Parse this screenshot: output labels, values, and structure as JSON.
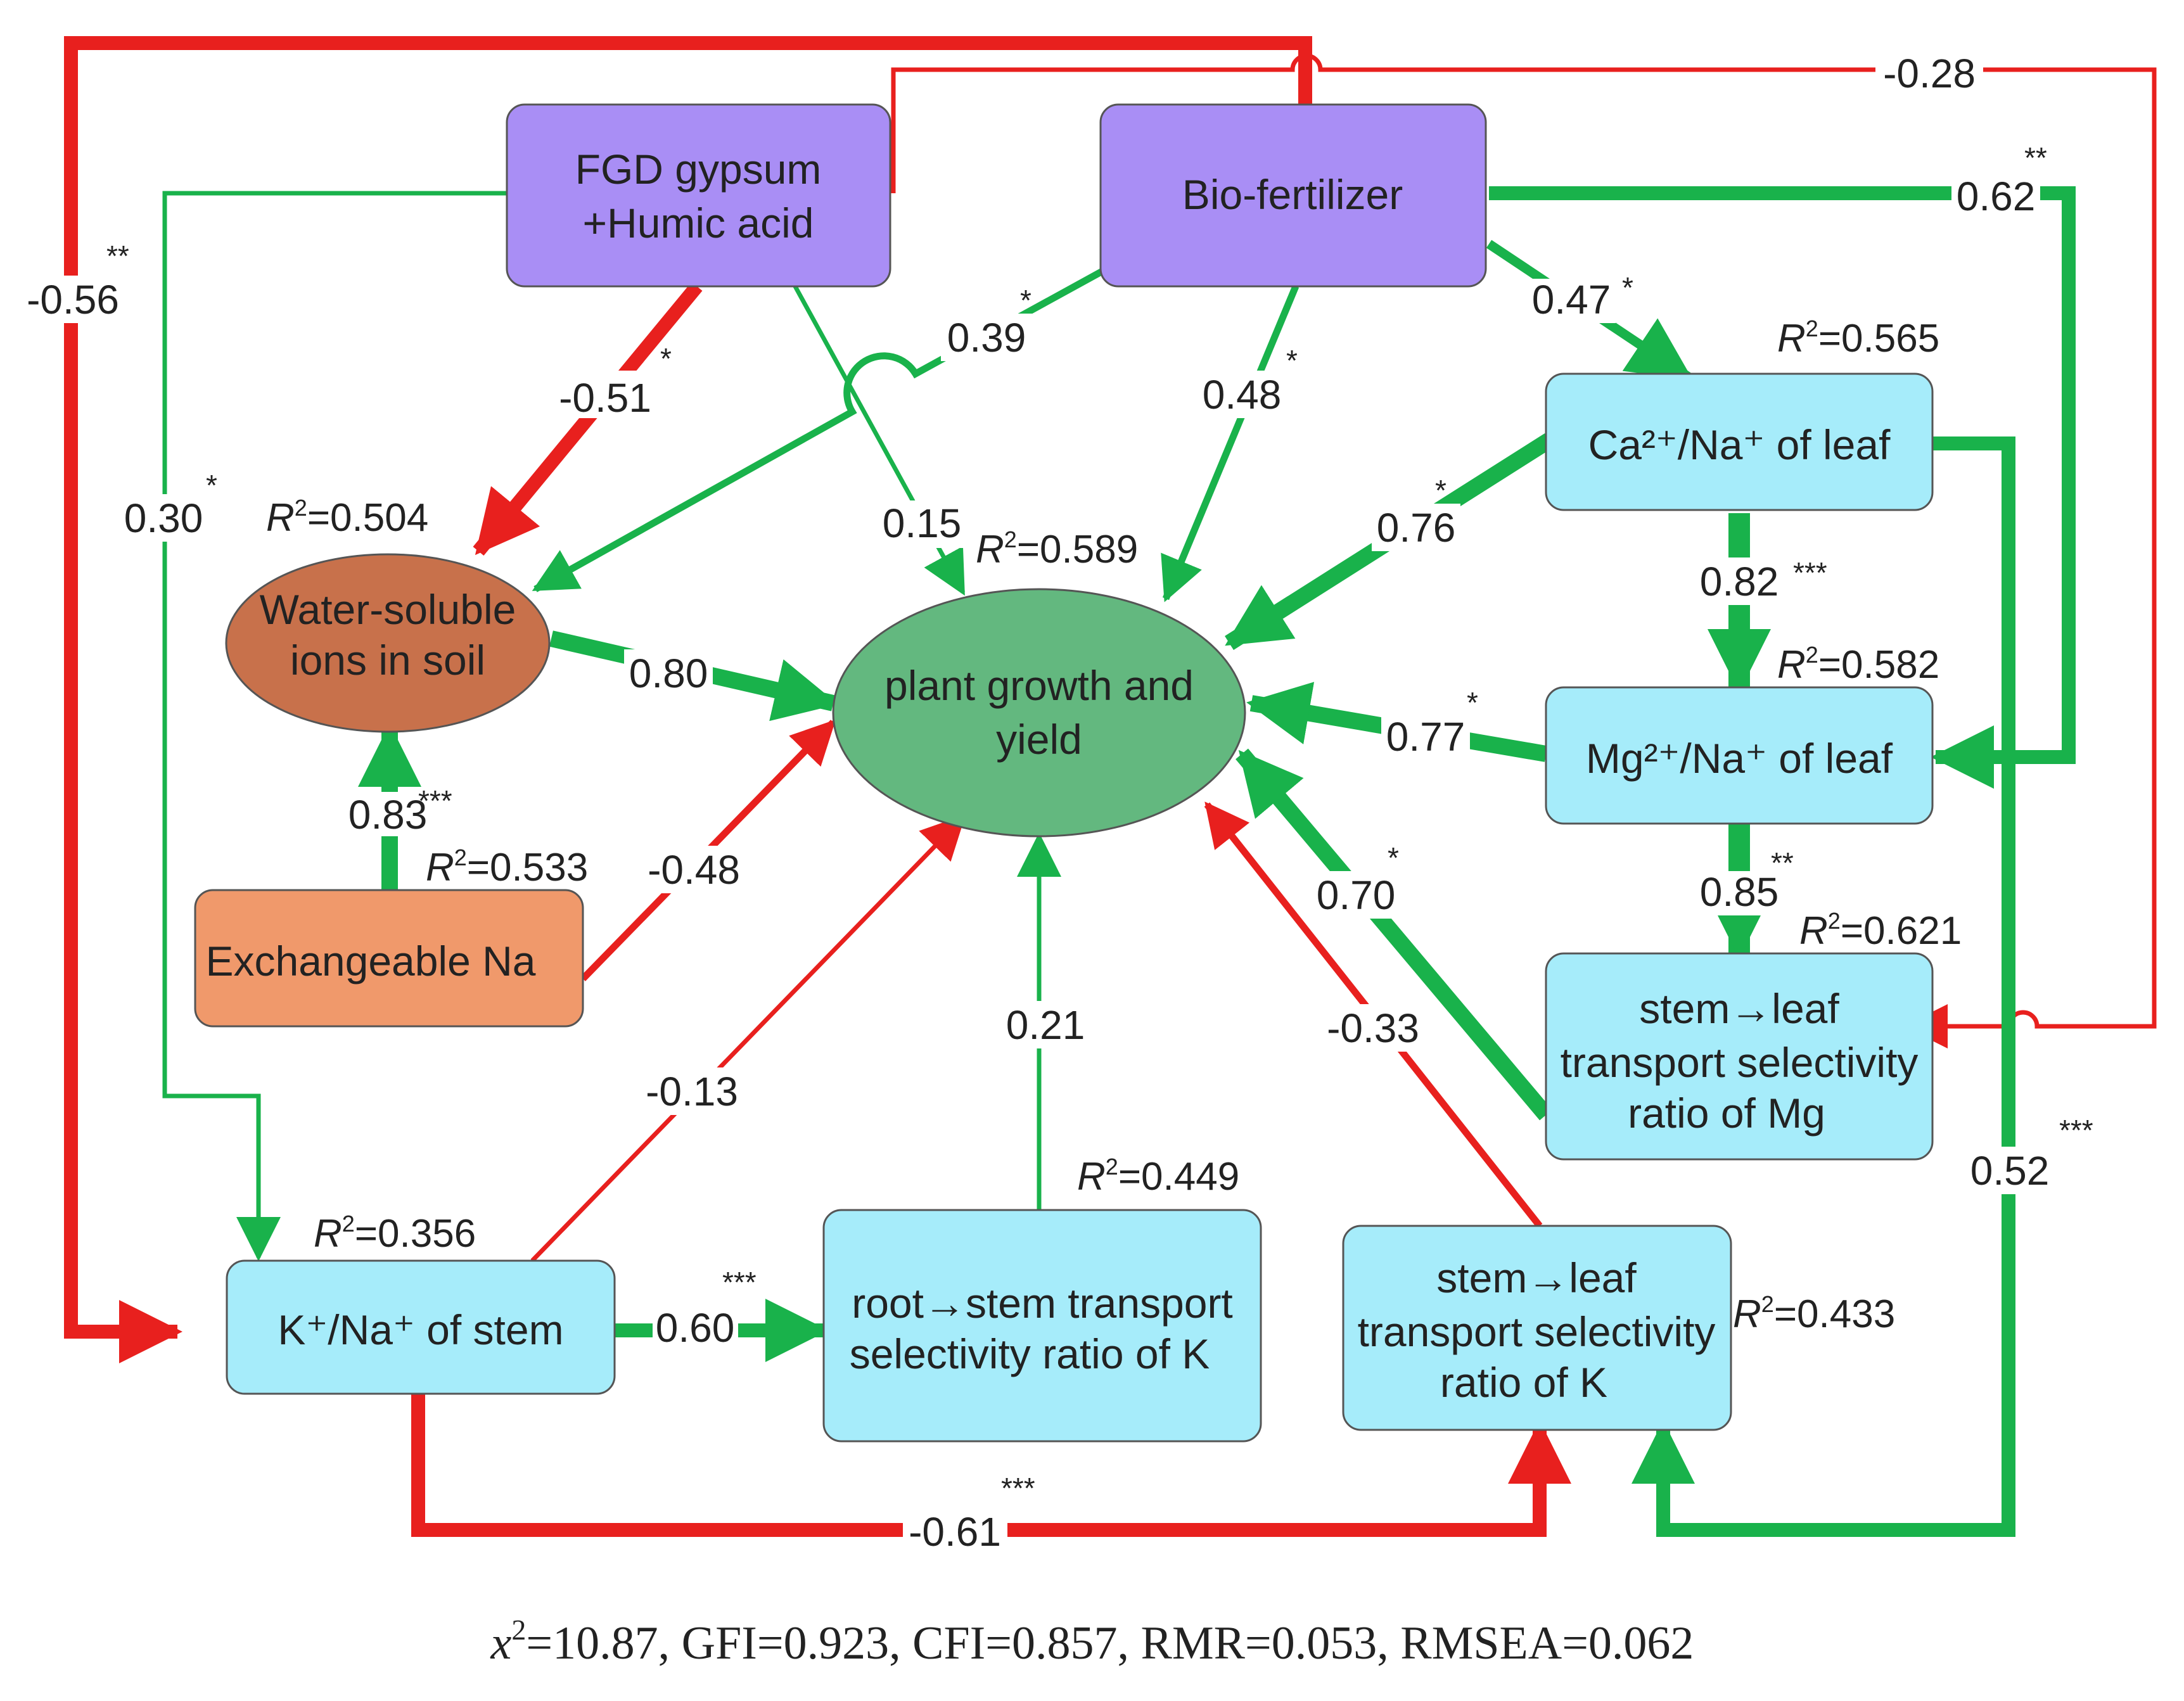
{
  "nodes": {
    "fgd": {
      "line1": "FGD gypsum",
      "line2": "+Humic acid"
    },
    "bio": {
      "label": "Bio-fertilizer"
    },
    "water": {
      "line1": "Water-soluble",
      "line2": "ions in soil",
      "r2": "=0.504"
    },
    "exna": {
      "label": "Exchangeable Na",
      "r2": "=0.533"
    },
    "plant": {
      "line1": "plant growth and",
      "line2": "yield",
      "r2": "=0.589"
    },
    "ca": {
      "label": "Ca²⁺/Na⁺ of leaf",
      "r2": "=0.565"
    },
    "mg": {
      "label": "Mg²⁺/Na⁺ of leaf",
      "r2": "=0.582"
    },
    "mgsel": {
      "line1": "stem→leaf",
      "line2": "transport selectivity",
      "line3": "ratio of Mg",
      "r2": "=0.621"
    },
    "kstem": {
      "label": "K⁺/Na⁺ of stem",
      "r2": "=0.356"
    },
    "rootk": {
      "line1": "root→stem transport",
      "line2": "selectivity ratio of K",
      "r2": "=0.449"
    },
    "ksel": {
      "line1": "stem→leaf",
      "line2": "transport selectivity",
      "line3": "ratio of K",
      "r2": "=0.433"
    }
  },
  "paths": [
    {
      "from": "FGD gypsum +Humic acid",
      "to": "Water-soluble ions in soil",
      "coef": "-0.51",
      "sig": "*",
      "sign": "negative"
    },
    {
      "from": "FGD gypsum +Humic acid",
      "to": "plant growth and yield",
      "coef": "0.15",
      "sig": "",
      "sign": "positive"
    },
    {
      "from": "FGD gypsum +Humic acid",
      "to": "K+/Na+ of stem",
      "coef": "0.30",
      "sig": "*",
      "sign": "positive"
    },
    {
      "from": "FGD gypsum +Humic acid",
      "to": "stem→leaf transport selectivity ratio of Mg",
      "coef": "-0.28",
      "sig": "",
      "sign": "negative"
    },
    {
      "from": "Bio-fertilizer",
      "to": "K+/Na+ of stem",
      "coef": "-0.56",
      "sig": "**",
      "sign": "negative"
    },
    {
      "from": "Bio-fertilizer",
      "to": "Water-soluble ions in soil",
      "coef": "0.39",
      "sig": "*",
      "sign": "positive"
    },
    {
      "from": "Bio-fertilizer",
      "to": "plant growth and yield",
      "coef": "0.48",
      "sig": "*",
      "sign": "positive"
    },
    {
      "from": "Bio-fertilizer",
      "to": "Ca2+/Na+ of leaf",
      "coef": "0.47",
      "sig": "*",
      "sign": "positive"
    },
    {
      "from": "Bio-fertilizer",
      "to": "Mg2+/Na+ of leaf",
      "coef": "0.62",
      "sig": "**",
      "sign": "positive"
    },
    {
      "from": "Water-soluble ions in soil",
      "to": "plant growth and yield",
      "coef": "0.80",
      "sig": "",
      "sign": "positive"
    },
    {
      "from": "Exchangeable Na",
      "to": "Water-soluble ions in soil",
      "coef": "0.83",
      "sig": "***",
      "sign": "positive"
    },
    {
      "from": "Exchangeable Na",
      "to": "plant growth and yield",
      "coef": "-0.48",
      "sig": "",
      "sign": "negative"
    },
    {
      "from": "Ca2+/Na+ of leaf",
      "to": "plant growth and yield",
      "coef": "0.76",
      "sig": "*",
      "sign": "positive"
    },
    {
      "from": "Ca2+/Na+ of leaf",
      "to": "Mg2+/Na+ of leaf",
      "coef": "0.82",
      "sig": "***",
      "sign": "positive"
    },
    {
      "from": "Ca2+/Na+ of leaf",
      "to": "stem→leaf transport selectivity ratio of K",
      "coef": "0.52",
      "sig": "***",
      "sign": "positive"
    },
    {
      "from": "Mg2+/Na+ of leaf",
      "to": "plant growth and yield",
      "coef": "0.77",
      "sig": "*",
      "sign": "positive"
    },
    {
      "from": "Mg2+/Na+ of leaf",
      "to": "stem→leaf transport selectivity ratio of Mg",
      "coef": "0.85",
      "sig": "**",
      "sign": "positive"
    },
    {
      "from": "stem→leaf transport selectivity ratio of Mg",
      "to": "plant growth and yield",
      "coef": "0.70",
      "sig": "*",
      "sign": "positive"
    },
    {
      "from": "K+/Na+ of stem",
      "to": "plant growth and yield",
      "coef": "-0.13",
      "sig": "",
      "sign": "negative"
    },
    {
      "from": "K+/Na+ of stem",
      "to": "root→stem transport selectivity ratio of K",
      "coef": "0.60",
      "sig": "***",
      "sign": "positive"
    },
    {
      "from": "K+/Na+ of stem",
      "to": "stem→leaf transport selectivity ratio of K",
      "coef": "-0.61",
      "sig": "***",
      "sign": "negative"
    },
    {
      "from": "root→stem transport selectivity ratio of K",
      "to": "plant growth and yield",
      "coef": "0.21",
      "sig": "",
      "sign": "positive"
    },
    {
      "from": "stem→leaf transport selectivity ratio of K",
      "to": "plant growth and yield",
      "coef": "-0.33",
      "sig": "",
      "sign": "negative"
    }
  ],
  "fit": {
    "chi_symbol": "x",
    "chi_sup": "2",
    "rest": "=10.87, GFI=0.923, CFI=0.857, RMR=0.053, RMSEA=0.062"
  },
  "colors": {
    "positive": "#19b24b",
    "negative": "#e8201e",
    "treatment_fill": "#a98ef5",
    "mediator_fill": "#a6ecfa",
    "plant_fill": "#63b87f",
    "water_fill": "#c8714b",
    "exna_fill": "#f0996b"
  }
}
